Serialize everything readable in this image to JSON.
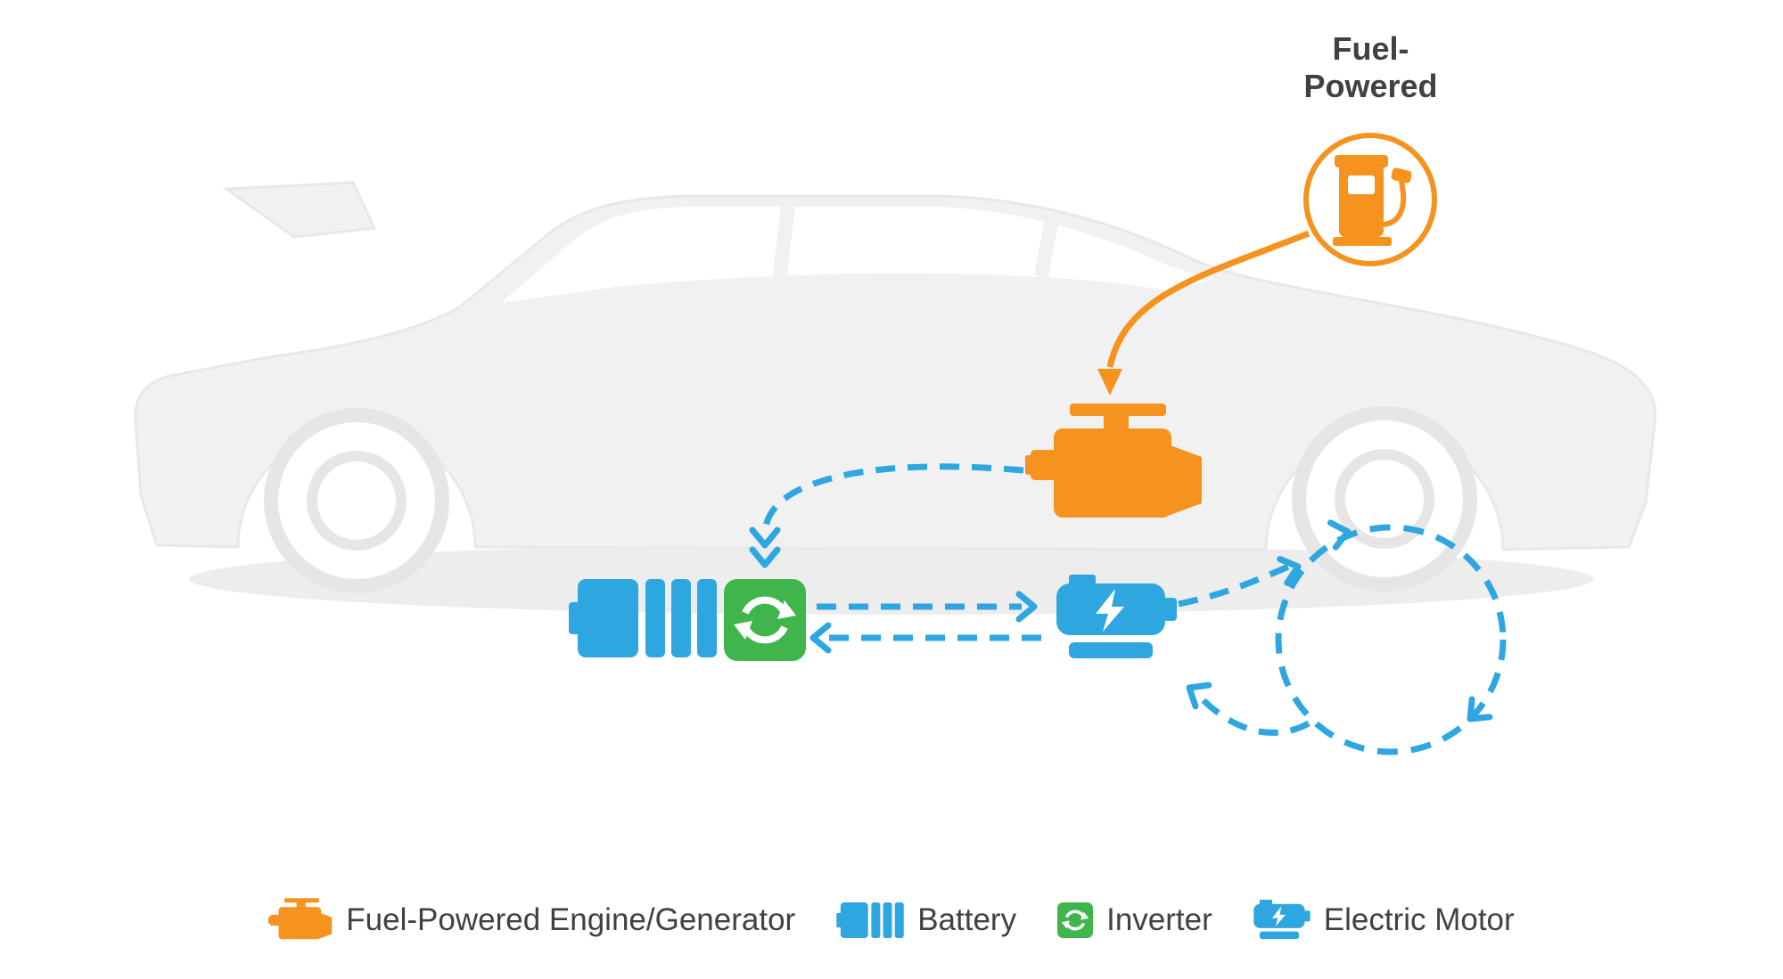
{
  "title": {
    "line1": "Fuel-",
    "line2": "Powered"
  },
  "legend": {
    "items": [
      {
        "icon": "engine-icon",
        "label": "Fuel-Powered Engine/Generator"
      },
      {
        "icon": "battery-icon",
        "label": "Battery"
      },
      {
        "icon": "inverter-icon",
        "label": "Inverter"
      },
      {
        "icon": "motor-icon",
        "label": "Electric Motor"
      }
    ]
  },
  "colors": {
    "orange": "#F6921E",
    "blue": "#2EA7E0",
    "green": "#3FB54B",
    "car_body": "#F1F1F1",
    "car_line": "#E8E8E8",
    "text": "#414042"
  }
}
